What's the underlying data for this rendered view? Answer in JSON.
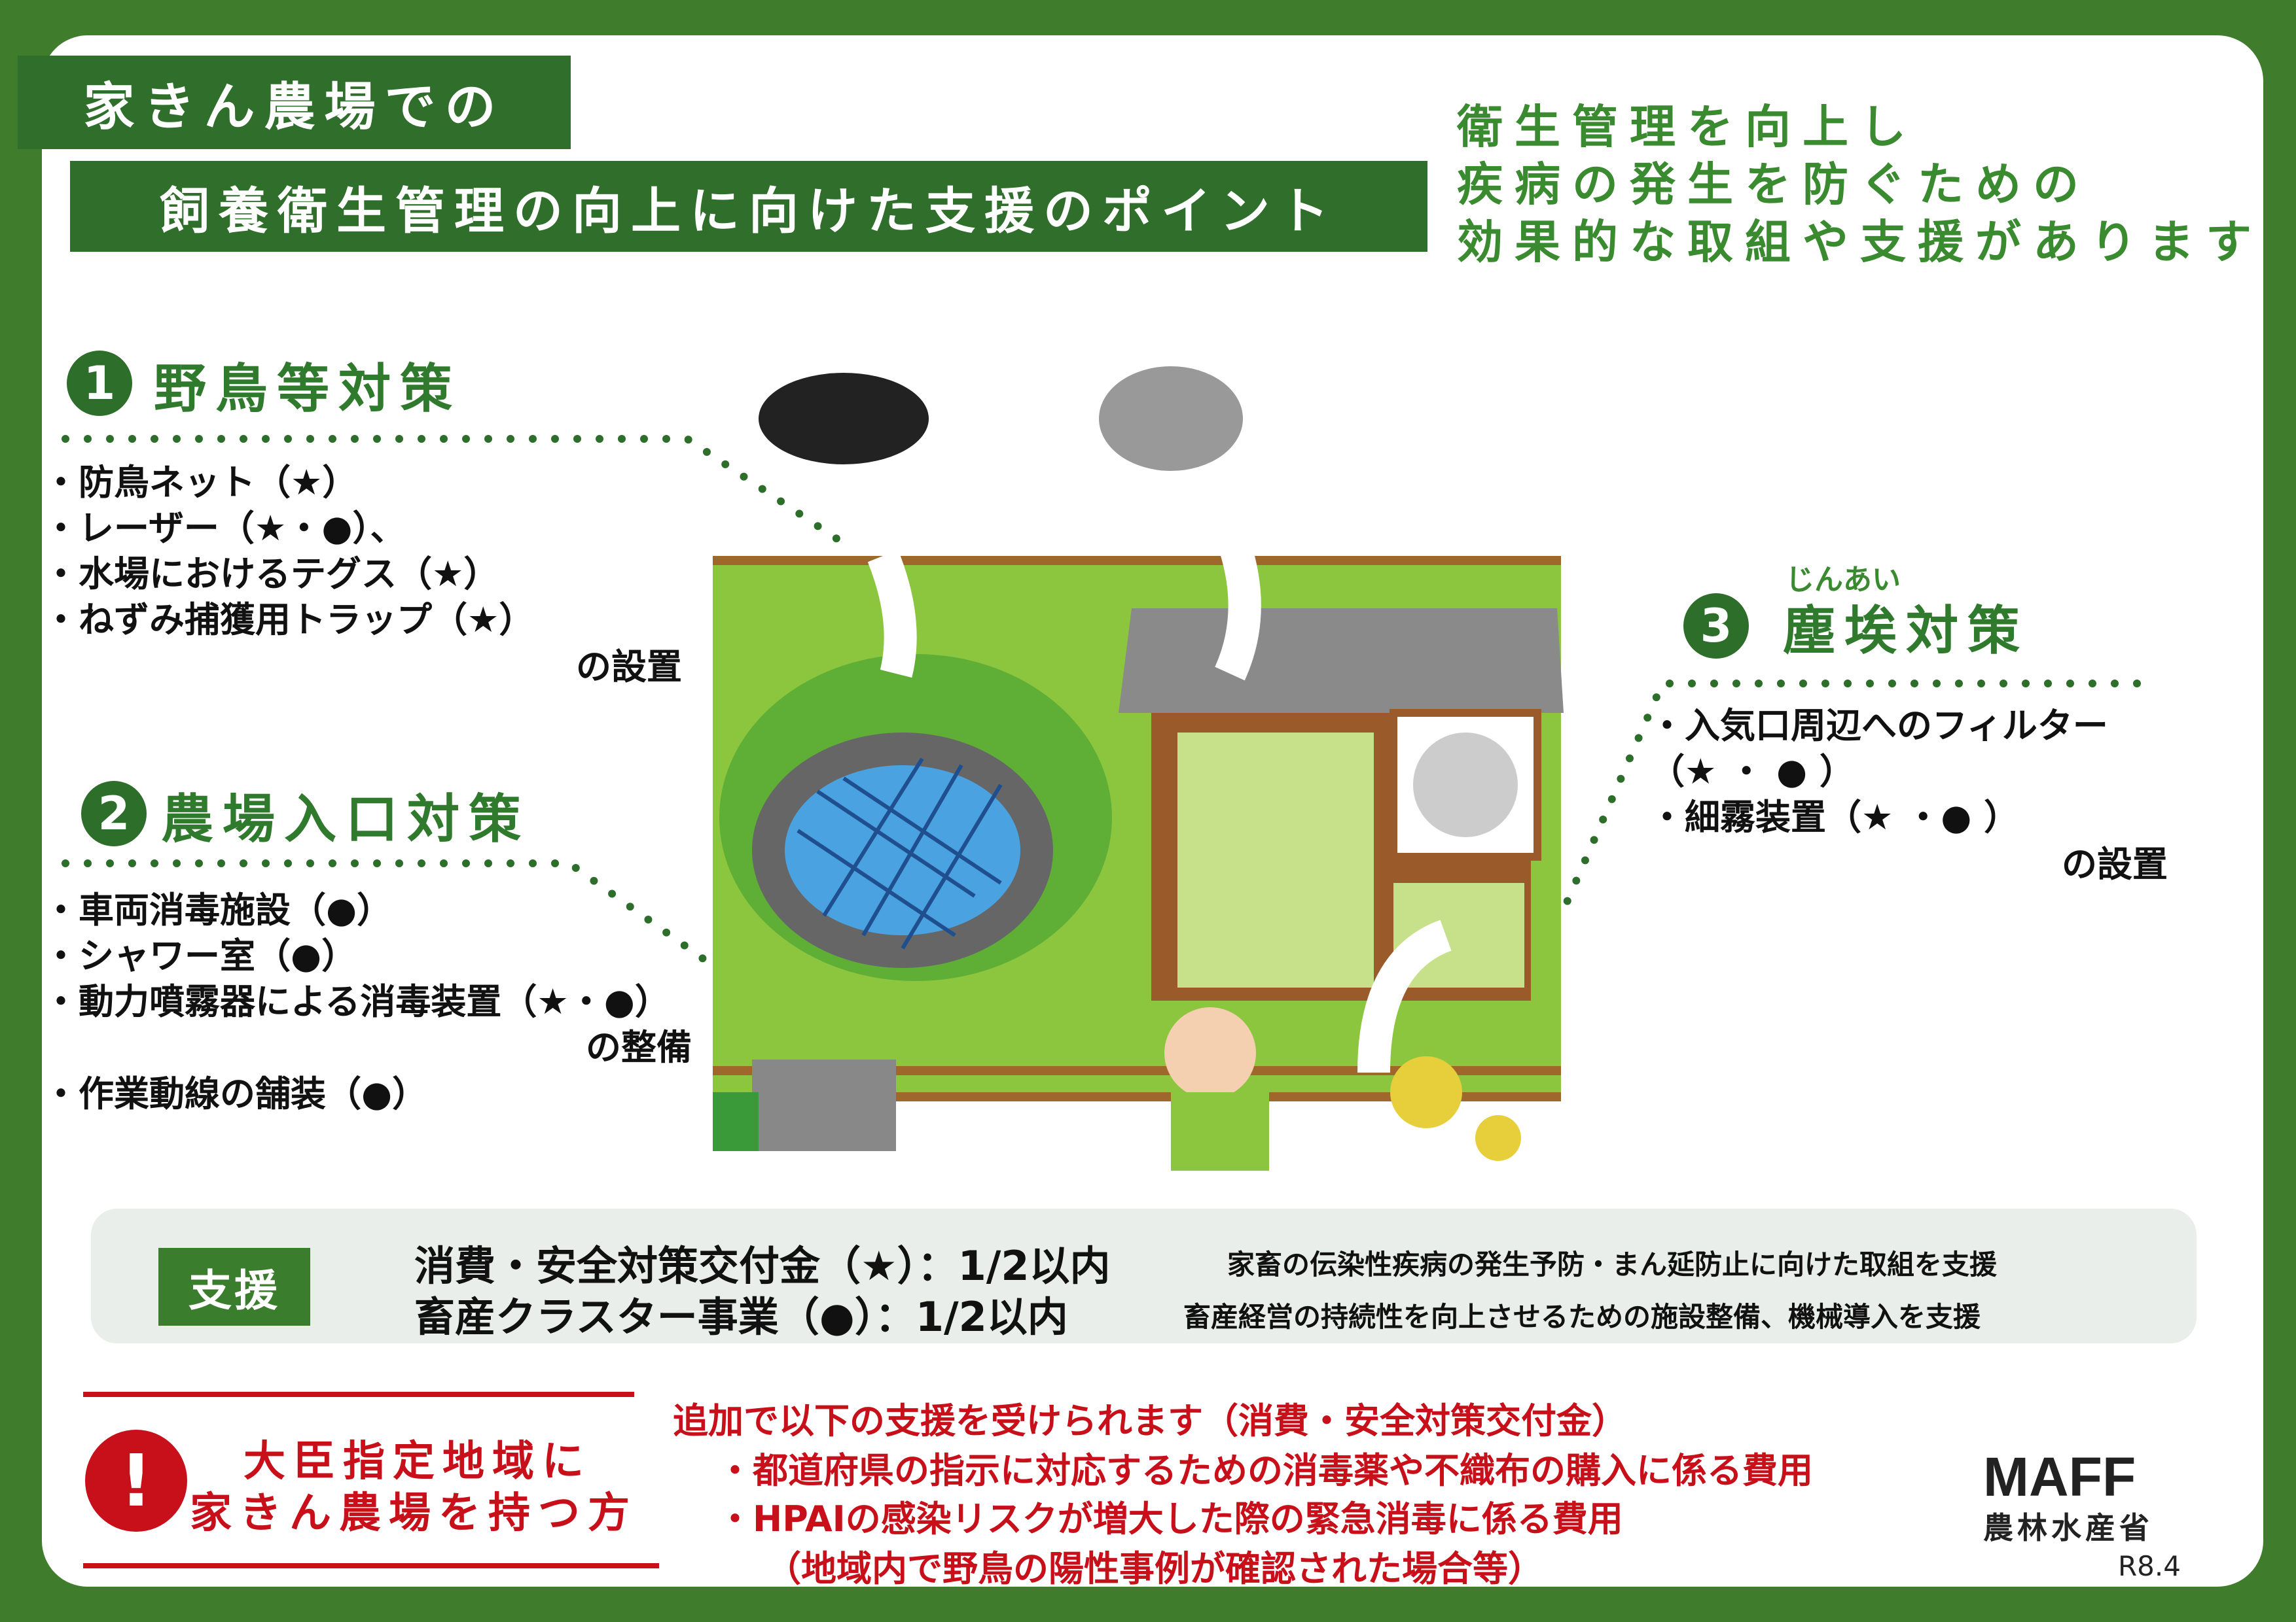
{
  "title": {
    "line1": "家きん農場での",
    "line2": "飼養衛生管理の向上に向けた支援のポイント"
  },
  "tagline": [
    "衛生管理を向上し",
    "疾病の発生を防ぐための",
    "効果的な取組や支援があります"
  ],
  "sections": [
    {
      "number": "1",
      "title": "野鳥等対策",
      "items": [
        "・防鳥ネット（★）",
        "・レーザー（★・●）、",
        "・水場におけるテグス（★）",
        "・ねずみ捕獲用トラップ（★）"
      ],
      "suffix": "の設置"
    },
    {
      "number": "2",
      "title": "農場入口対策",
      "items": [
        "・車両消毒施設（●）",
        "・シャワー室（●）",
        "・動力噴霧器による消毒装置（★・●）"
      ],
      "suffix": "の整備",
      "extra": "・作業動線の舗装（●）"
    },
    {
      "number": "3",
      "ruby": "じんあい",
      "title": "塵埃対策",
      "items": [
        "・入気口周辺へのフィルター",
        "（★ ・ ● ）",
        "・細霧装置（★ ・● ）"
      ],
      "suffix": "の設置"
    }
  ],
  "support": {
    "label": "支援",
    "rows": [
      {
        "name": "消費・安全対策交付金（★）：1/2以内",
        "desc": "家畜の伝染性疾病の発生予防・まん延防止に向けた取組を支援"
      },
      {
        "name": "畜産クラスター事業（●）：1/2以内",
        "desc": "畜産経営の持続性を向上させるための施設整備、機械導入を支援"
      }
    ]
  },
  "notice": {
    "icon": "exclamation-icon",
    "target": [
      "大臣指定地域に",
      "家きん農場を持つ方"
    ],
    "lead": "追加で以下の支援を受けられます（消費・安全対策交付金）",
    "items": [
      "・都道府県の指示に対応するための消毒薬や不織布の購入に係る費用",
      "・HPAIの感染リスクが増大した際の緊急消毒に係る費用"
    ],
    "note": "（地域内で野鳥の陽性事例が確認された場合等）"
  },
  "logo": {
    "name": "MAFF",
    "ministry": "農林水産省",
    "version": "R8.4"
  },
  "colors": {
    "frame": "#3f7d2c",
    "accent": "#2f6e2b",
    "alert": "#c8101a"
  }
}
